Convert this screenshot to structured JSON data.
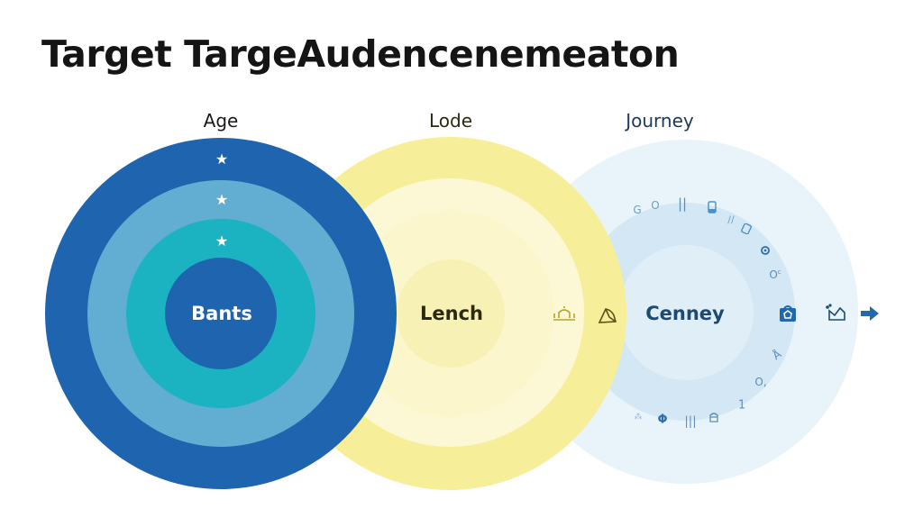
{
  "title": "Target TargeAudencenemeaton",
  "columns": [
    {
      "label": "Age",
      "center_label": "Bants",
      "label_color": "#1a1a1a",
      "rings": [
        "#1f64ae",
        "#62aed2",
        "#1bb3c2",
        "#1f64ae"
      ],
      "markers": [
        "star-icon",
        "star-icon",
        "star-icon"
      ]
    },
    {
      "label": "Lode",
      "center_label": "Lench",
      "label_color": "#2b2a10",
      "rings": [
        "#f6ee96",
        "#fbf7cf",
        "#f9f4c4",
        "#f8f1b4"
      ],
      "markers": [
        "tent-icon",
        "cap-icon"
      ]
    },
    {
      "label": "Journey",
      "center_label": "Cenney",
      "label_color": "#1c3a55",
      "rings": [
        "#e8f2fa",
        "#d3e7f4",
        "#e2eff8"
      ],
      "markers": [
        "bag-icon",
        "crown-icon",
        "arrow-right-icon"
      ]
    }
  ],
  "colors": {
    "title": "#151515",
    "accent_blue": "#1f64ae",
    "icon_blue": "#4f8fc4",
    "icon_yellow": "#b5a42a"
  }
}
